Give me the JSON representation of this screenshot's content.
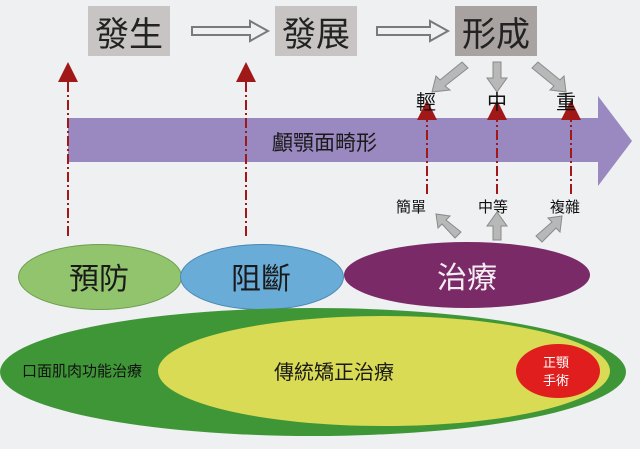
{
  "stages": [
    "發生",
    "發展",
    "形成"
  ],
  "severity": [
    "輕",
    "中",
    "重"
  ],
  "main_arrow_label": "顱顎面畸形",
  "complexity": [
    "簡單",
    "中等",
    "複雜"
  ],
  "interventions": [
    "預防",
    "阻斷",
    "治療"
  ],
  "treatments": {
    "outer": "口面肌肉功能治療",
    "middle": "傳統矯正治療",
    "inner_line1": "正顎",
    "inner_line2": "手術"
  },
  "colors": {
    "stage_box": "#c8c4c4",
    "stage_box_dark": "#a8a2a0",
    "main_arrow": "#9a88c0",
    "dashed_arrow": "#a01818",
    "prevent": "#92c46e",
    "block": "#6aacd8",
    "treat": "#7a2a66",
    "outer_green": "#3f9637",
    "middle_yellow": "#d9db54",
    "inner_red": "#e01e1e"
  }
}
